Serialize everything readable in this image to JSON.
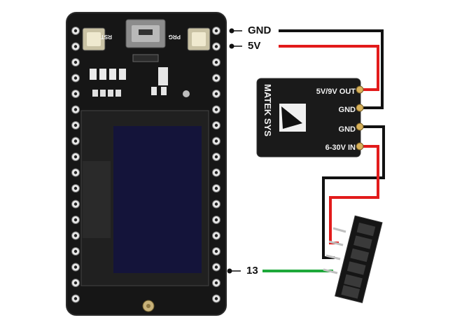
{
  "board_pins": [
    {
      "label": "GND",
      "wire_color": "#111111"
    },
    {
      "label": "5V",
      "wire_color": "#e21b1b"
    },
    {
      "label": "13",
      "wire_color": "#1ea83a"
    }
  ],
  "regulator": {
    "brand": "MATEK SYS",
    "pins": [
      "5V/9V OUT",
      "GND",
      "GND",
      "6-30V IN"
    ]
  },
  "board_buttons": [
    "RST",
    "PRG"
  ],
  "colors": {
    "wire_gnd": "#111111",
    "wire_power": "#e21b1b",
    "wire_signal": "#1ea83a",
    "board_body": "#161616",
    "oled_glass": "#14143a",
    "regulator_body": "#1a1a1a"
  }
}
